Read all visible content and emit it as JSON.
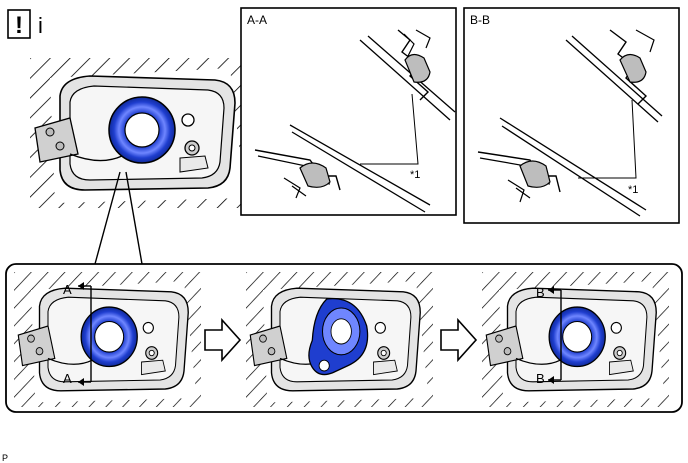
{
  "header": {
    "warning_symbol": "!",
    "info_symbol": "i"
  },
  "sections": [
    {
      "id": "a",
      "title": "A-A",
      "callout": "*1"
    },
    {
      "id": "b",
      "title": "B-B",
      "callout": "*1"
    }
  ],
  "cut_labels": {
    "left_top": "A",
    "left_bottom": "A",
    "right_top": "B",
    "right_bottom": "B"
  },
  "footer": {
    "code": "P"
  },
  "colors": {
    "cap_blue": "#1f3ecf",
    "cap_light": "#6f86ff",
    "line": "#000000"
  }
}
